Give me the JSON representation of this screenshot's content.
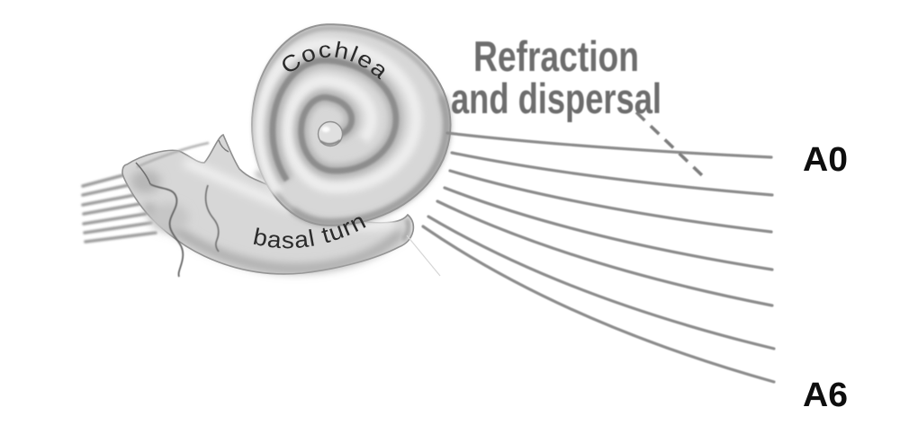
{
  "figure": {
    "title_annotation": {
      "line1": "Refraction",
      "line2": "and dispersal"
    },
    "anatomy_labels": {
      "cochlea": "Cochlea",
      "basal_turn": "basal turn"
    },
    "ray_labels": {
      "first": "A0",
      "last": "A6"
    },
    "colors": {
      "background": "#ffffff",
      "dispersed_ray": "#8c8c8c",
      "incoming_ray": "#9b9b9b",
      "pointer_line": "#7e7e7e",
      "annotation_text": "#6d6d6d",
      "ray_label_text": "#0e0e0e",
      "anatomy_text": "#2b2b2b",
      "body_fill": "#d7d7d7",
      "body_edge": "#8f8f8f"
    },
    "rays": {
      "incoming": [
        [
          92,
          207,
          137,
          195
        ],
        [
          92,
          217,
          143,
          206
        ],
        [
          92,
          228,
          150,
          217
        ],
        [
          93,
          238,
          155,
          227
        ],
        [
          93,
          249,
          162,
          238
        ],
        [
          94,
          259,
          168,
          248
        ],
        [
          95,
          269,
          173,
          259
        ]
      ],
      "dispersed": [
        [
          497,
          148,
          857,
          175
        ],
        [
          502,
          170,
          858,
          217
        ],
        [
          500,
          190,
          857,
          258
        ],
        [
          494,
          209,
          858,
          300
        ],
        [
          486,
          224,
          858,
          340
        ],
        [
          476,
          241,
          860,
          388
        ],
        [
          470,
          252,
          860,
          425
        ]
      ],
      "pointer_dashed": [
        707,
        125,
        781,
        196
      ]
    }
  }
}
